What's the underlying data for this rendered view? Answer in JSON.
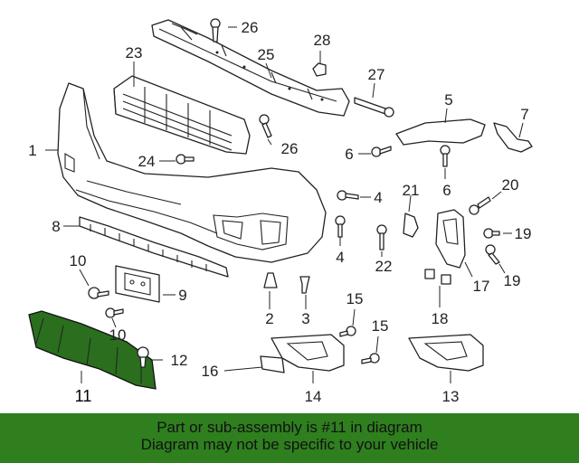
{
  "callouts": [
    {
      "id": "c1",
      "label": "1"
    },
    {
      "id": "c2",
      "label": "2"
    },
    {
      "id": "c3",
      "label": "3"
    },
    {
      "id": "c4a",
      "label": "4"
    },
    {
      "id": "c4b",
      "label": "4"
    },
    {
      "id": "c5",
      "label": "5"
    },
    {
      "id": "c6a",
      "label": "6"
    },
    {
      "id": "c6b",
      "label": "6"
    },
    {
      "id": "c7",
      "label": "7"
    },
    {
      "id": "c8",
      "label": "8"
    },
    {
      "id": "c9",
      "label": "9"
    },
    {
      "id": "c10a",
      "label": "10"
    },
    {
      "id": "c10b",
      "label": "10"
    },
    {
      "id": "c11",
      "label": "11"
    },
    {
      "id": "c12",
      "label": "12"
    },
    {
      "id": "c13",
      "label": "13"
    },
    {
      "id": "c14",
      "label": "14"
    },
    {
      "id": "c15a",
      "label": "15"
    },
    {
      "id": "c15b",
      "label": "15"
    },
    {
      "id": "c16",
      "label": "16"
    },
    {
      "id": "c17",
      "label": "17"
    },
    {
      "id": "c18",
      "label": "18"
    },
    {
      "id": "c19a",
      "label": "19"
    },
    {
      "id": "c19b",
      "label": "19"
    },
    {
      "id": "c20",
      "label": "20"
    },
    {
      "id": "c21",
      "label": "21"
    },
    {
      "id": "c22",
      "label": "22"
    },
    {
      "id": "c23",
      "label": "23"
    },
    {
      "id": "c24",
      "label": "24"
    },
    {
      "id": "c25",
      "label": "25"
    },
    {
      "id": "c26a",
      "label": "26"
    },
    {
      "id": "c26b",
      "label": "26"
    },
    {
      "id": "c27",
      "label": "27"
    },
    {
      "id": "c28",
      "label": "28"
    }
  ],
  "highlight": {
    "part": "11",
    "color": "#2a6e1e"
  },
  "banner": {
    "line1": "Part or sub-assembly is #11 in diagram",
    "line2": "Diagram may not be specific to your vehicle",
    "color": "#2f7f1f"
  }
}
